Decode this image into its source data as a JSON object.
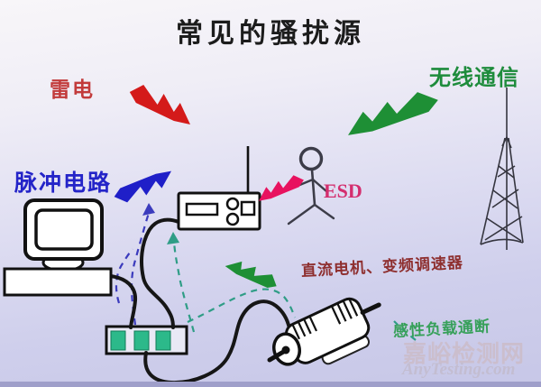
{
  "title": "常见的骚扰源",
  "labels": {
    "leidian": "雷电",
    "wuxiantongxin": "无线通信",
    "maichongdianlu": "脉冲电路",
    "esd": "ESD",
    "zhiliudianji": "直流电机、变频调速器",
    "ganxingfuzai": "感性负载通断"
  },
  "watermark": {
    "site_name": "嘉峪检测网",
    "site_url": "AnyTesting.com"
  },
  "colors": {
    "background_top": "#f8f6f9",
    "background_bottom": "#c7c7e7",
    "bottom_bar": "#9f9fca",
    "lightning_red": "#d41a1a",
    "lightning_green": "#1e8f35",
    "lightning_blue": "#1f1fc8",
    "lightning_magenta": "#e8125f",
    "label_red": "#c23b3b",
    "label_green": "#1e8c3c",
    "label_blue": "#2424c8",
    "label_esd_pink": "#d42e6e",
    "label_dark_red": "#8e2f2f",
    "label_inductive_green": "#37a05a",
    "socket_green": "#2cb98a",
    "dash_blue": "#3b3bbd",
    "dash_teal": "#2f9d86",
    "line_black": "#161616",
    "watermark_gray": "#ccbdcb"
  },
  "icons": [
    {
      "name": "red-lightning-bolt-icon",
      "meaning": "lightning strike interference (雷电)"
    },
    {
      "name": "green-lightning-bolt-icon",
      "meaning": "radio emission interference (无线通信)"
    },
    {
      "name": "blue-lightning-bolt-icon",
      "meaning": "pulse circuit interference (脉冲电路)"
    },
    {
      "name": "magenta-lightning-bolt-icon",
      "meaning": "electrostatic discharge (ESD)"
    },
    {
      "name": "small-green-lightning-bolt-icon",
      "meaning": "motor switching interference"
    },
    {
      "name": "computer-icon",
      "meaning": "desktop computer victim device"
    },
    {
      "name": "radio-device-icon",
      "meaning": "instrument with antenna"
    },
    {
      "name": "person-icon",
      "meaning": "human body ESD source"
    },
    {
      "name": "antenna-tower-icon",
      "meaning": "radio transmission tower"
    },
    {
      "name": "power-strip-icon",
      "meaning": "mains power strip"
    },
    {
      "name": "motor-icon",
      "meaning": "DC motor / inductive load"
    }
  ]
}
